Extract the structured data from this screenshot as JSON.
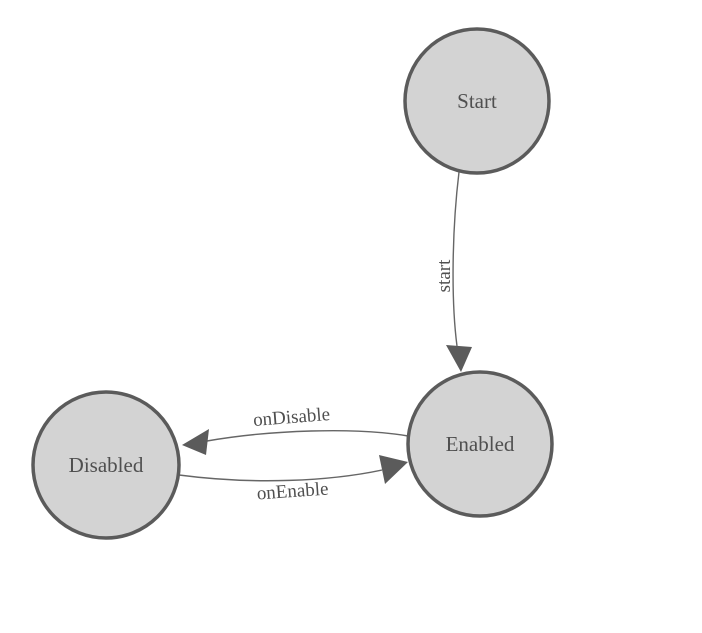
{
  "diagram": {
    "type": "state-machine",
    "background_color": "#ffffff",
    "colors": {
      "node_fill": "#d3d3d3",
      "node_border": "#5b5b5b",
      "edge_line": "#666666",
      "arrowhead": "#5b5b5b",
      "label_text": "#4f4f4f"
    },
    "nodes": [
      {
        "id": "start",
        "label": "Start"
      },
      {
        "id": "enabled",
        "label": "Enabled"
      },
      {
        "id": "disabled",
        "label": "Disabled"
      }
    ],
    "edges": [
      {
        "from": "Start",
        "to": "Enabled",
        "label": "start"
      },
      {
        "from": "Enabled",
        "to": "Disabled",
        "label": "onDisable"
      },
      {
        "from": "Disabled",
        "to": "Enabled",
        "label": "onEnable"
      }
    ]
  }
}
